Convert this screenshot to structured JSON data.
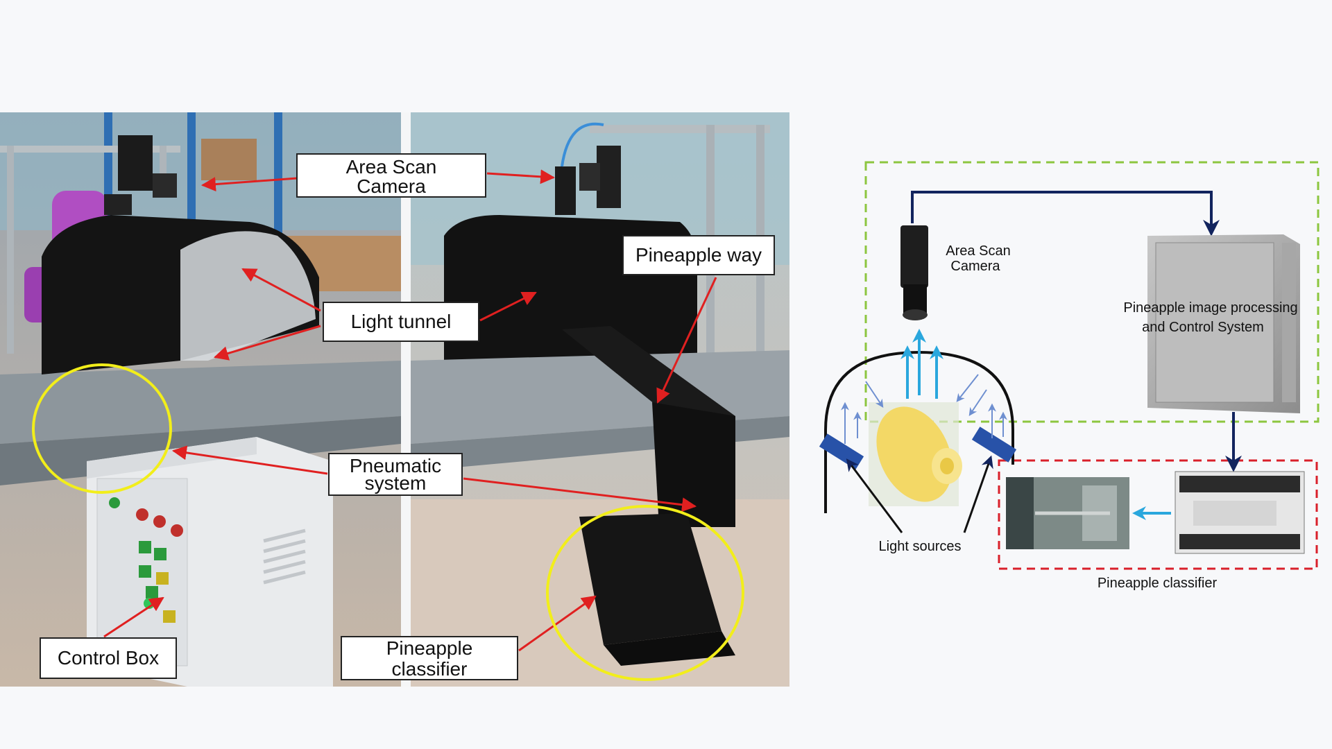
{
  "photo_labels": {
    "area_scan_camera": [
      "Area Scan",
      "Camera"
    ],
    "pineapple_way": "Pineapple way",
    "light_tunnel": "Light tunnel",
    "pneumatic_system": [
      "Pneumatic",
      "system"
    ],
    "control_box": "Control Box",
    "pineapple_classifier": [
      "Pineapple",
      "classifier"
    ]
  },
  "diagram_labels": {
    "area_scan_camera": [
      "Area Scan",
      "Camera"
    ],
    "processing_system": [
      "Pineapple image processing",
      "and Control System"
    ],
    "light_sources": "Light sources",
    "pineapple_classifier": "Pineapple classifier"
  },
  "colors": {
    "callout_arrow": "#e02020",
    "highlight_circle": "#f2ee1a",
    "dashed_green": "#8cc63f",
    "dashed_red": "#d9202a",
    "flow_arrow": "#12245e",
    "light_arrow": "#2aa7dd",
    "light_panel": "#2852a8"
  }
}
